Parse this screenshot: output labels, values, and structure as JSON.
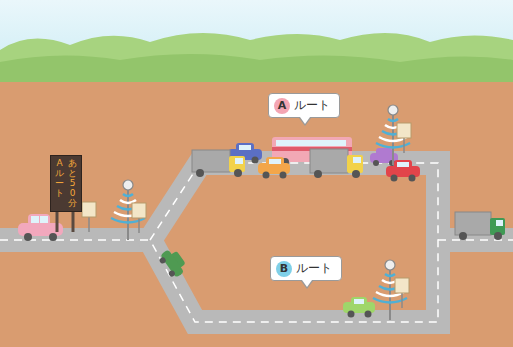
{
  "diagram": {
    "nodes": [
      {
        "text": [
          "Aルート",
          "あと50分"
        ]
      },
      {
        "text": [
          "A",
          "ルート"
        ]
      },
      {
        "text": [
          "B",
          "ルート"
        ]
      }
    ]
  }
}
